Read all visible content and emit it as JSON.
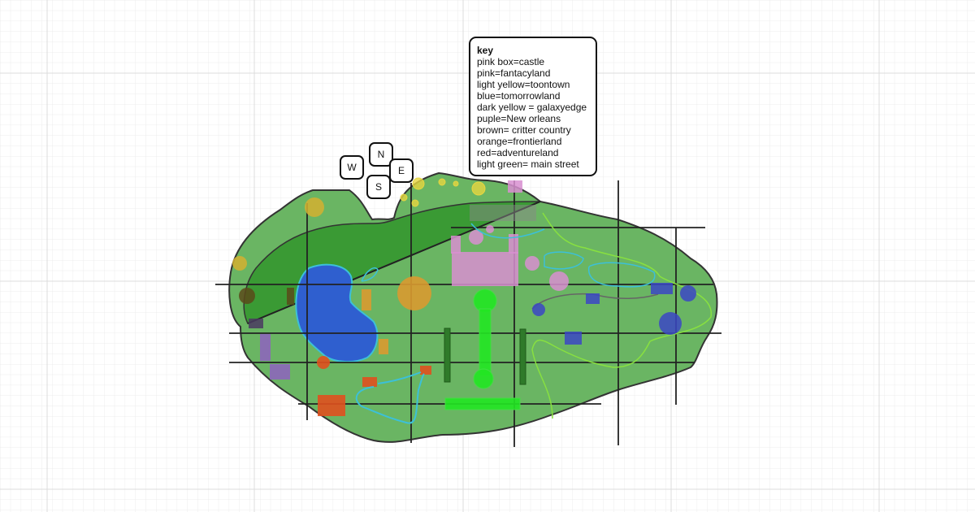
{
  "key": {
    "title": "key",
    "items": [
      "pink box=castle",
      "pink=fantacyland",
      "light yellow=toontown",
      "blue=tomorrowland",
      "dark yellow = galaxyedge",
      "puple=New orleans",
      "brown= critter country",
      "orange=frontierland",
      "red=adventureland",
      "light green= main street"
    ]
  },
  "compass": {
    "north": "N",
    "west": "W",
    "east": "E",
    "south": "S"
  },
  "colors": {
    "land": "#6ab563",
    "forest": "#3a9a34",
    "water": "#2f5fcf",
    "castle": "#d88fd0",
    "toontown": "#e6d640",
    "tomorrowland": "#3b46c4",
    "galaxyedge": "#d4b030",
    "new_orleans": "#8e62c0",
    "critter_country": "#5a4a1a",
    "frontierland": "#d99a30",
    "adventureland": "#e0501e",
    "main_street": "#22e622"
  }
}
